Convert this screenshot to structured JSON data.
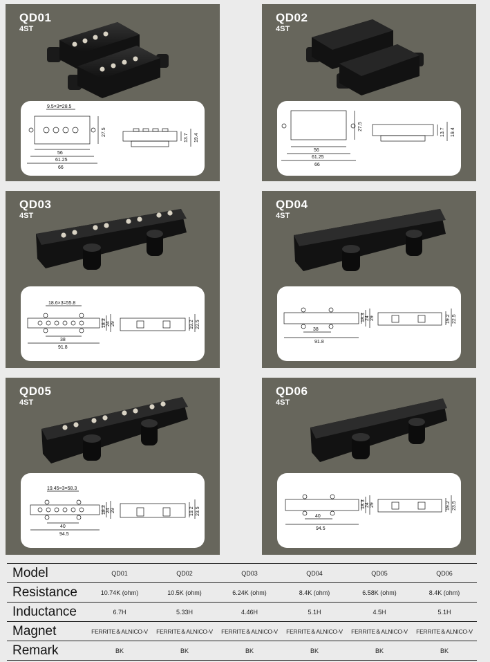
{
  "products": [
    {
      "code": "QD01",
      "sub": "4ST",
      "pitch": "9.5×3=28.5",
      "length": "56",
      "l2": "61.25",
      "l3": "66",
      "w": "27.5",
      "h1": "13.7",
      "h2": "19.4"
    },
    {
      "code": "QD02",
      "sub": "4ST",
      "length": "56",
      "l2": "61.25",
      "l3": "66",
      "w": "27.5",
      "h1": "13.7",
      "h2": "19.4"
    },
    {
      "code": "QD03",
      "sub": "4ST",
      "pitch": "18.6×3=55.8",
      "a": "38",
      "b": "91.8",
      "w1": "18.3",
      "w2": "24",
      "w3": "29",
      "h1": "19.2",
      "h2": "22.5"
    },
    {
      "code": "QD04",
      "sub": "4ST",
      "a": "38",
      "b": "91.8",
      "w1": "18.3",
      "w2": "24",
      "w3": "29",
      "h1": "19.2",
      "h2": "22.5"
    },
    {
      "code": "QD05",
      "sub": "4ST",
      "pitch": "19.45×3=58.3",
      "a": "40",
      "b": "94.5",
      "w1": "18.3",
      "w2": "24",
      "w3": "29",
      "h1": "19.2",
      "h2": "23.5"
    },
    {
      "code": "QD06",
      "sub": "4ST",
      "a": "40",
      "b": "94.5",
      "w1": "18.3",
      "w2": "24",
      "w3": "29",
      "h1": "19.2",
      "h2": "23.5"
    }
  ],
  "specs": {
    "labels": {
      "model": "Model",
      "resistance": "Resistance",
      "inductance": "Inductance",
      "magnet": "Magnet",
      "remark": "Remark"
    },
    "model": [
      "QD01",
      "QD02",
      "QD03",
      "QD04",
      "QD05",
      "QD06"
    ],
    "resistance": [
      "10.74K (ohm)",
      "10.5K (ohm)",
      "6.24K (ohm)",
      "8.4K (ohm)",
      "6.58K (ohm)",
      "8.4K (ohm)"
    ],
    "inductance": [
      "6.7H",
      "5.33H",
      "4.46H",
      "5.1H",
      "4.5H",
      "5.1H"
    ],
    "magnet": [
      "FERRITE＆ALNICO-V",
      "FERRITE＆ALNICO-V",
      "FERRITE＆ALNICO-V",
      "FERRITE＆ALNICO-V",
      "FERRITE＆ALNICO-V",
      "FERRITE＆ALNICO-V"
    ],
    "remark": [
      "BK",
      "BK",
      "BK",
      "BK",
      "BK",
      "BK"
    ]
  },
  "colors": {
    "panel": "#67665c",
    "pickup": "#161616",
    "pole": "#d9d3c4"
  }
}
